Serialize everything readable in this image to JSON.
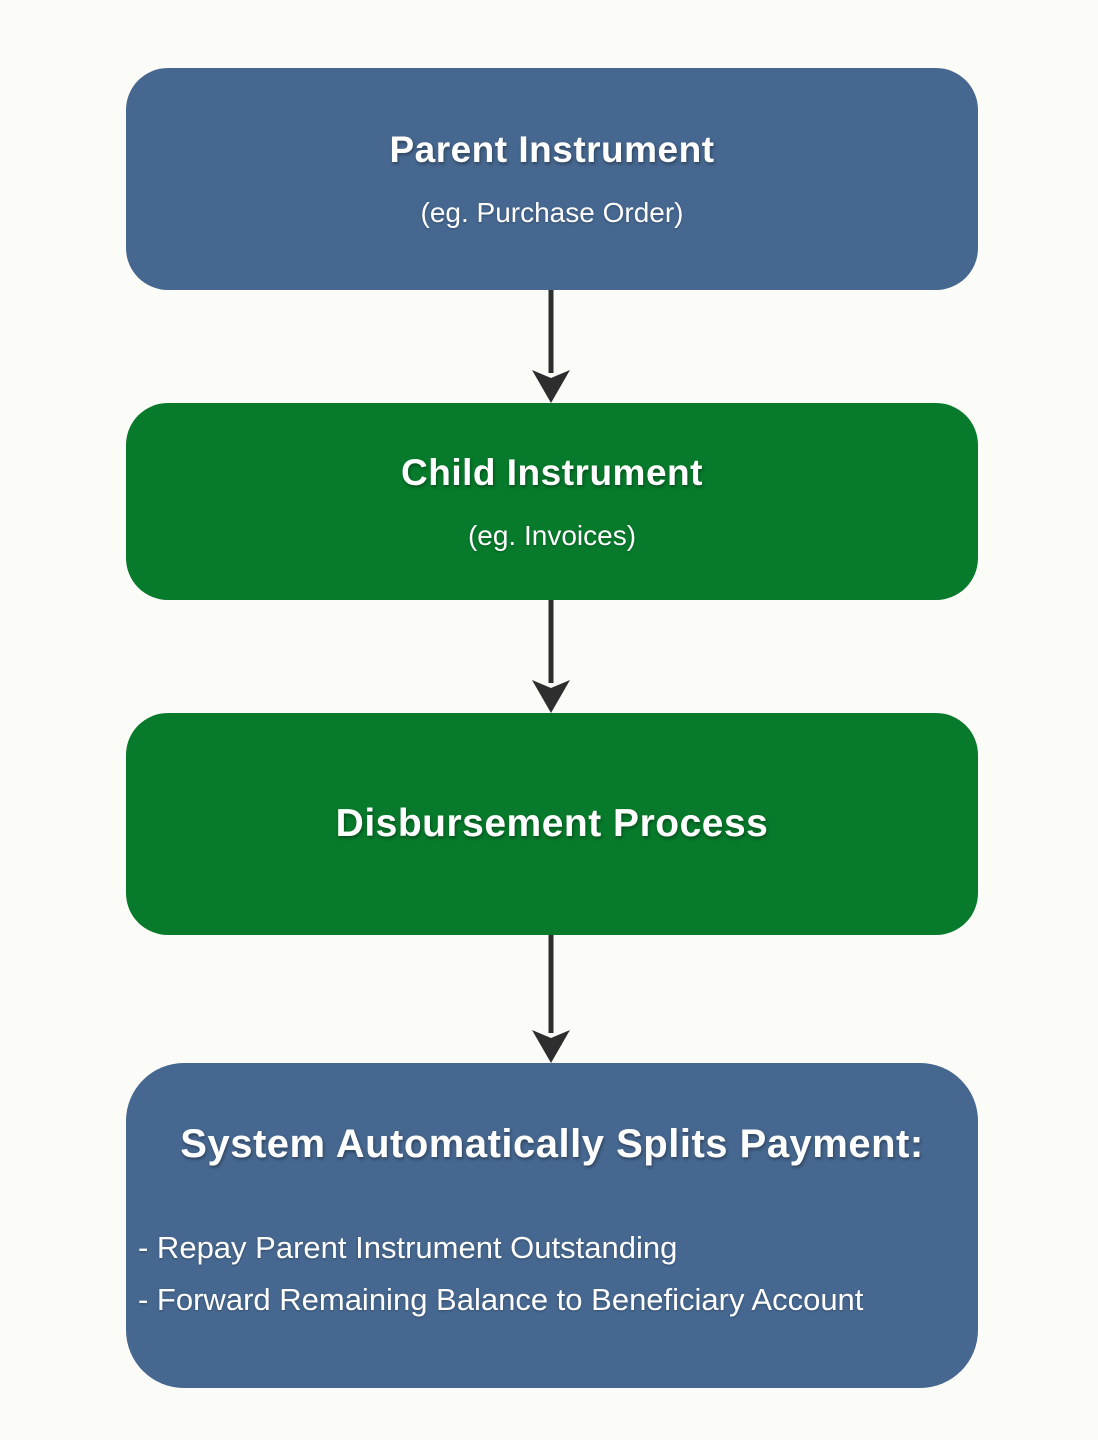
{
  "page": {
    "background": "#fbfbf8"
  },
  "colors": {
    "parent_blue": "#46678f",
    "child_green": "#077a2b",
    "arrow_dark": "#2e2e2e",
    "text_white": "#ffffff"
  },
  "flow": {
    "nodes": [
      {
        "id": "parent-instrument",
        "title": "Parent Instrument",
        "subtitle": "(eg. Purchase Order)",
        "color": "blue"
      },
      {
        "id": "child-instrument",
        "title": "Child Instrument",
        "subtitle": "(eg. Invoices)",
        "color": "green"
      },
      {
        "id": "disbursement-process",
        "title": "Disbursement Process",
        "color": "green"
      },
      {
        "id": "split-payment",
        "title": "System Automatically Splits Payment:",
        "bullets": [
          "- Repay Parent Instrument Outstanding",
          "- Forward Remaining Balance to Beneficiary Account"
        ],
        "color": "blue"
      }
    ]
  }
}
